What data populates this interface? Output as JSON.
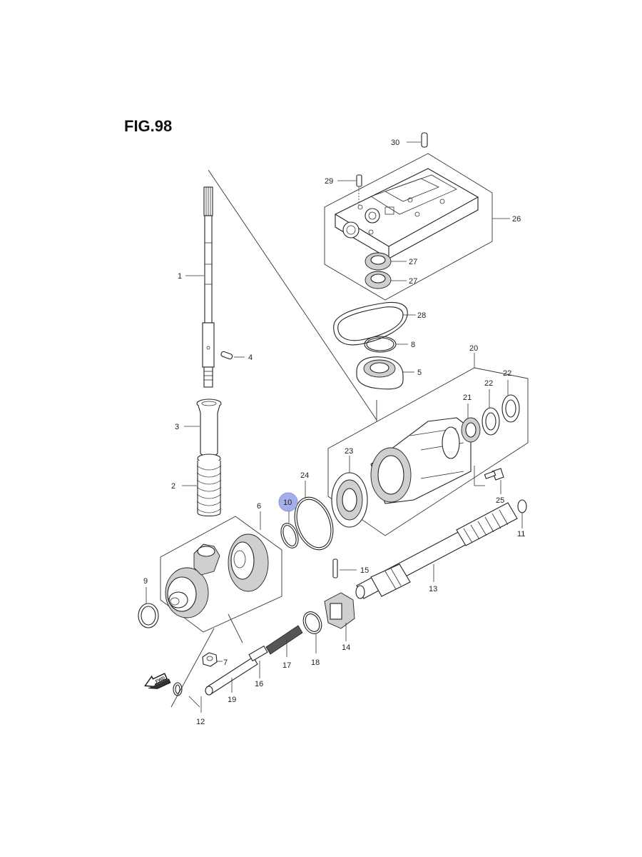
{
  "figure": {
    "title": "FIG.98"
  },
  "highlight_color": "#9aa6e8",
  "callouts": {
    "p1": "1",
    "p2": "2",
    "p3": "3",
    "p4": "4",
    "p5": "5",
    "p6": "6",
    "p7": "7",
    "p8": "8",
    "p9": "9",
    "p10": "10",
    "p11": "11",
    "p12": "12",
    "p13": "13",
    "p14": "14",
    "p15": "15",
    "p16": "16",
    "p17": "17",
    "p18": "18",
    "p19": "19",
    "p20": "20",
    "p21": "21",
    "p22a": "22",
    "p22b": "22",
    "p23": "23",
    "p24": "24",
    "p25": "25",
    "p26": "26",
    "p27a": "27",
    "p27b": "27",
    "p28": "28",
    "p29": "29",
    "p30": "30"
  },
  "direction_arrow": {
    "label": "FWD",
    "icon": "forward-arrow-icon"
  }
}
